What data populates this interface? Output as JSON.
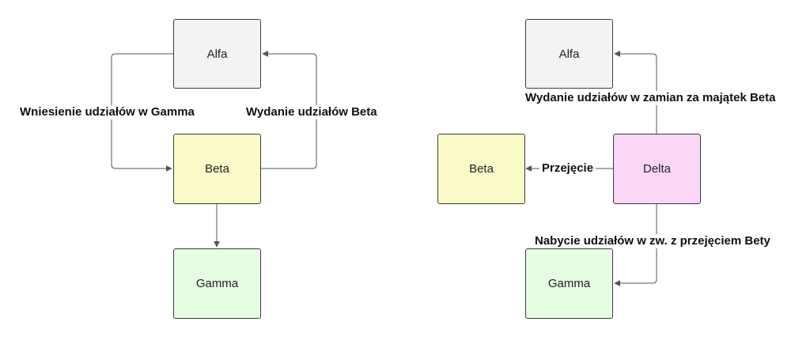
{
  "colors": {
    "alfa": "#f2f3f5",
    "beta": "#fafbc8",
    "gamma": "#e5fbe2",
    "delta": "#fcd6f6",
    "line": "#555555"
  },
  "left": {
    "nodes": {
      "alfa": "Alfa",
      "beta": "Beta",
      "gamma": "Gamma"
    },
    "edges": {
      "alfa_to_beta": "Wniesienie udziałów w Gamma",
      "beta_to_alfa": "Wydanie udziałów Beta",
      "beta_to_gamma": ""
    }
  },
  "right": {
    "nodes": {
      "alfa": "Alfa",
      "beta": "Beta",
      "delta": "Delta",
      "gamma": "Gamma"
    },
    "edges": {
      "delta_to_alfa": "Wydanie udziałów w zamian za majątek Beta",
      "delta_to_beta": "Przejęcie",
      "delta_to_gamma": "Nabycie udziałów w zw. z przejęciem Bety"
    }
  }
}
